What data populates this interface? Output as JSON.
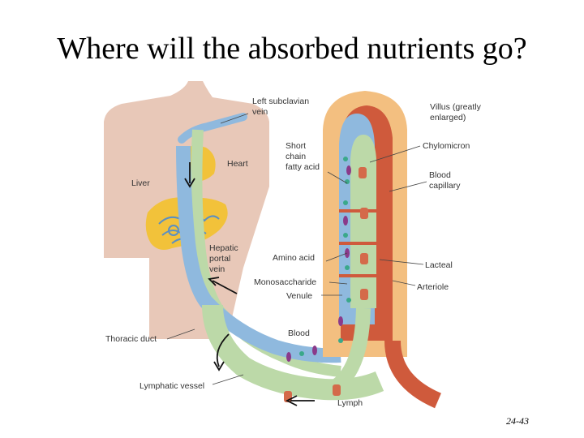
{
  "slide": {
    "title": "Where will the absorbed nutrients go?",
    "page_number": "24-43"
  },
  "diagram": {
    "labels": {
      "left_subclavian_vein": [
        "Left subclavian",
        "vein"
      ],
      "villus": [
        "Villus (greatly",
        "enlarged)"
      ],
      "heart": "Heart",
      "short_chain_fatty_acid": [
        "Short",
        "chain",
        "fatty acid"
      ],
      "chylomicron": "Chylomicron",
      "liver": "Liver",
      "blood_capillary": [
        "Blood",
        "capillary"
      ],
      "hepatic_portal_vein": [
        "Hepatic",
        "portal",
        "vein"
      ],
      "amino_acid": "Amino acid",
      "lacteal": "Lacteal",
      "monosaccharide": "Monosaccharide",
      "arteriole": "Arteriole",
      "venule": "Venule",
      "blood": "Blood",
      "thoracic_duct": "Thoracic duct",
      "lymphatic_vessel": "Lymphatic vessel",
      "lymph": "Lymph"
    },
    "colors": {
      "skin": "#e8c8b8",
      "liver": "#f2c23a",
      "vein_blue": "#8fb9de",
      "lymph_green": "#bcd9a8",
      "artery_red": "#cf5a3c",
      "villus_orange": "#f3bf80",
      "chylomicron": "#d46a4a",
      "fatty_acid": "#8a3a8a",
      "amino_acid_dot": "#3aa88a"
    }
  }
}
